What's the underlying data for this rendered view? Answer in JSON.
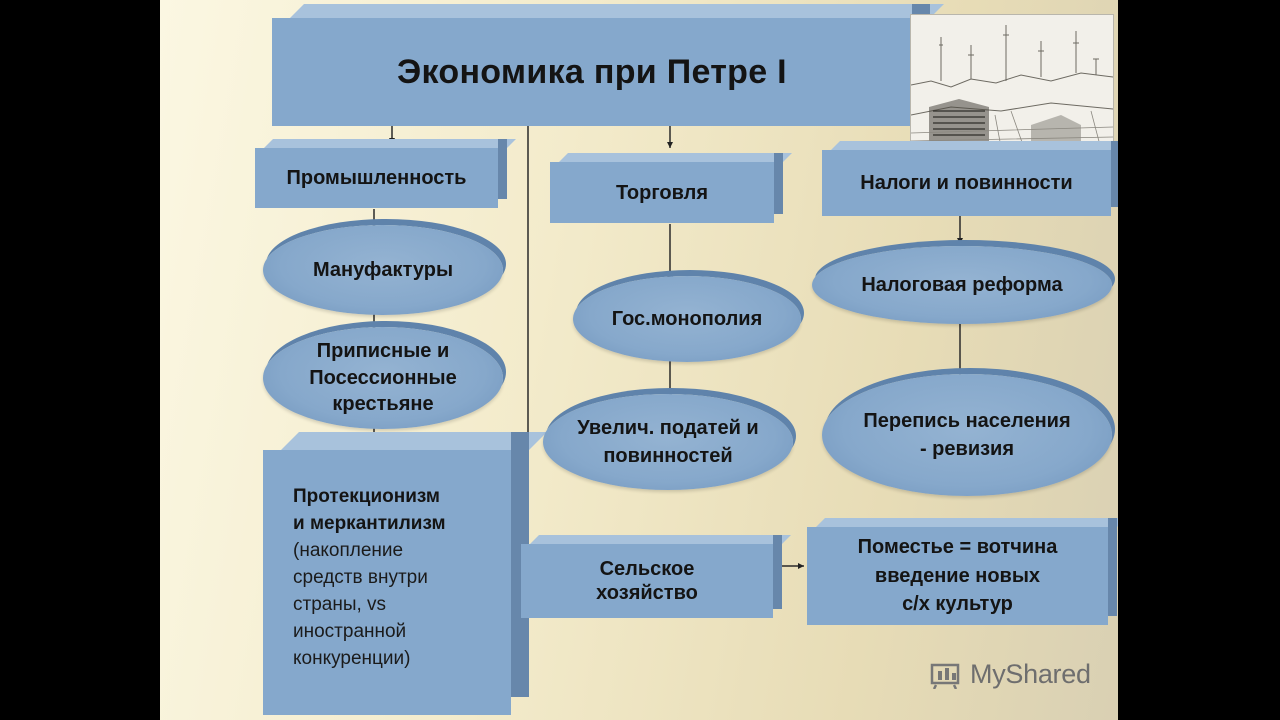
{
  "title": "Экономика при Петре I",
  "branches": {
    "industry": {
      "label": "Промышленность",
      "items": [
        "Мануфактуры",
        "Приписные и\nПосессионные\nкрестьяне"
      ],
      "policy_title": "Протекционизм\nи меркантилизм",
      "policy_note": "(накопление\nсредств внутри\nстраны,  vs\nиностранной\nконкуренции)"
    },
    "trade": {
      "label": "Торговля",
      "items": [
        "Гос.монополия",
        "Увелич. податей и\nповинностей"
      ]
    },
    "taxes": {
      "label": "Налоги и повинности",
      "items": [
        "Налоговая реформа",
        "Перепись населения\n- ревизия"
      ]
    },
    "agriculture": {
      "label": "Сельское\nхозяйство",
      "result": "Поместье = вотчина\nвведение новых\nс/х культур"
    }
  },
  "watermark": "MyShared"
}
